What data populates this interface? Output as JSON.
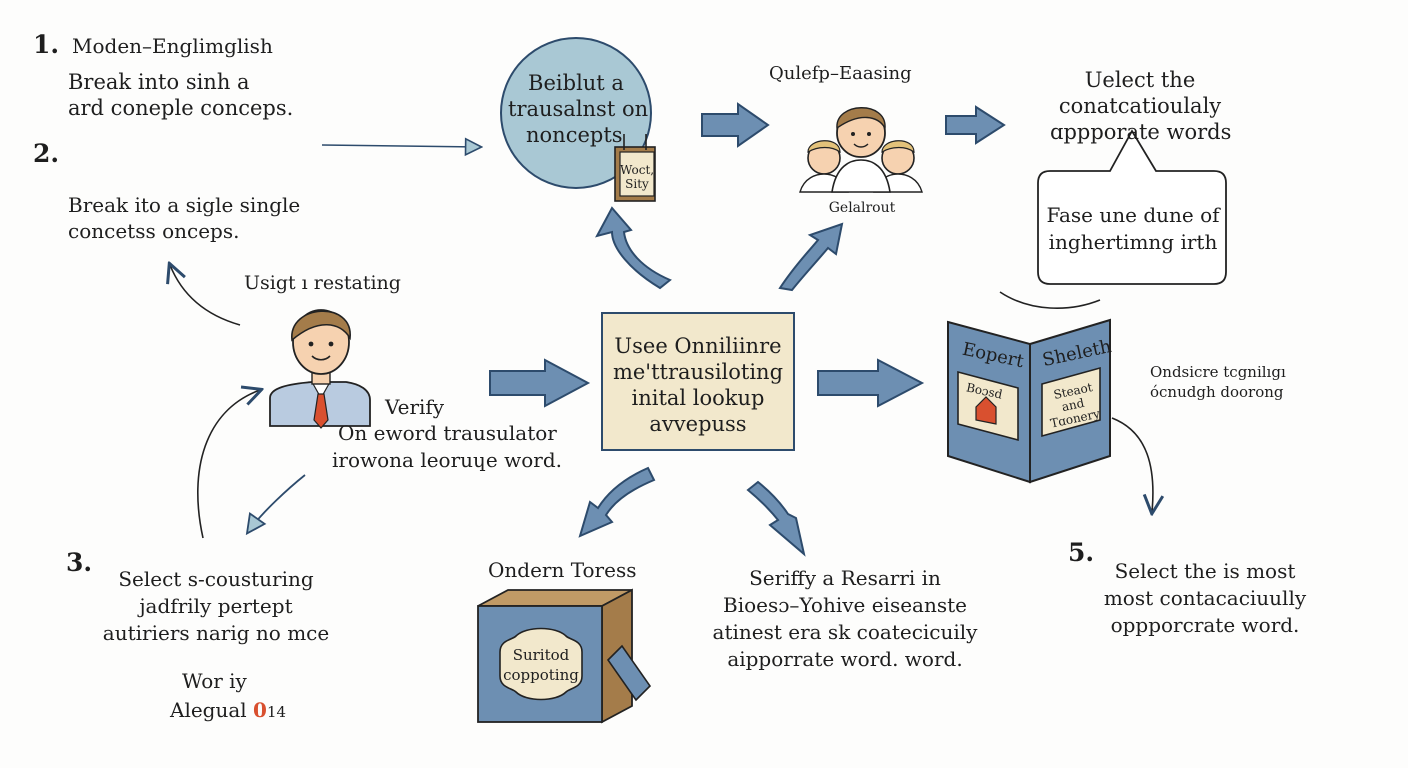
{
  "colors": {
    "arrow_fill": "#6d8fb2",
    "arrow_stroke": "#2d4b6c",
    "circle_fill": "#a9c8d4",
    "center_box_fill": "#f2e8cc",
    "book_fill": "#6d8fb2",
    "box_fill": "#6d8fb2",
    "box_side": "#a47c4a",
    "label_fill": "#f2e8cc",
    "tie_red": "#d9502f",
    "roof_red": "#d9502f",
    "ink": "#1e1e1e"
  },
  "steps": {
    "step1": {
      "number": "1.",
      "title": "Moden–Englimglish",
      "line1": "Break into sinh a",
      "line2": "ard coneple conceps."
    },
    "step2": {
      "number": "2.",
      "line1": "Break ito a sigle single",
      "line2": "concetss onceps."
    },
    "step3": {
      "number": "3.",
      "line1": "Select s-cousturing",
      "line2": "jadfrily pertept",
      "line3": "autiriers narig no mce",
      "line4": "Wor iy",
      "line5_text": "Alegual",
      "line5_red": "0",
      "line5_tail": "14"
    },
    "step5": {
      "number": "5.",
      "line1": "Select the is most",
      "line2": "most contacaciuully",
      "line3": "oppporcrate word."
    }
  },
  "top_circle": {
    "line1": "Beiblut a",
    "line2": "trausalnst on",
    "line3": "noncepts",
    "note_line1": "Woct,",
    "note_line2": "Sity"
  },
  "people": {
    "title": "Qulefp–Eaasing",
    "caption": "Gelalrout"
  },
  "top_right": {
    "line1": "Uelect the",
    "line2": "conatcatioulaly",
    "line3": "ɑppporate words"
  },
  "speech_bubble": {
    "line1": "Fase une dune of",
    "line2": "inghertimng irth"
  },
  "person": {
    "label_top": "Usigt ı restating",
    "verify": "Verify",
    "line1": "On eword trausulator",
    "line2": "irowona leoruɥe word."
  },
  "center_box": {
    "line1": "Usee Onniliinre",
    "line2": "me'ttrausiloting",
    "line3": "inital lookup",
    "line4": "avvepuss"
  },
  "book": {
    "left_title": "Eopert",
    "right_title": "Sheleth",
    "left_label": "Boɔsd",
    "right_line1": "Steaot",
    "right_line2": "and",
    "right_line3": "Tɑonery"
  },
  "book_side": {
    "line1": "Ondsicre tcgnilıgı",
    "line2": "ócnudgh doorong"
  },
  "bottom_box": {
    "title": "Ondern Toress",
    "label_line1": "Suritod",
    "label_line2": "coppoting"
  },
  "research": {
    "line1": "Seriffy a Resarri in",
    "line2": "Bioesɔ–Yohive eiseanste",
    "line3": "atinest era sk coatecicuily",
    "line4": "aipporrate word. word."
  }
}
